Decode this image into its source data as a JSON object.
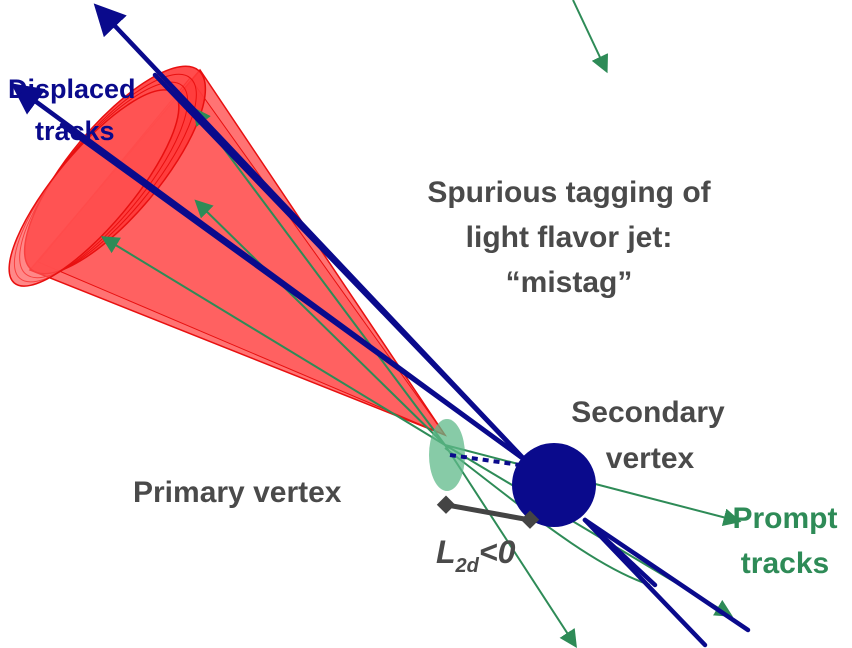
{
  "labels": {
    "displaced_line1": "Displaced",
    "displaced_line2": "tracks",
    "title_line1": "Spurious tagging of",
    "title_line2": "light flavor jet:",
    "title_line3": "“mistag”",
    "secondary_line1": "Secondary",
    "secondary_line2": "vertex",
    "primary": "Primary vertex",
    "prompt_line1": "Prompt",
    "prompt_line2": "tracks",
    "l2d_L": "L",
    "l2d_sub": "2d",
    "l2d_rest": "<0"
  },
  "colors": {
    "cone_fill": "#ff5a5a",
    "cone_edge": "#e81010",
    "displaced": "#0a0a8c",
    "prompt": "#2e8b57",
    "primary_vertex": "#5fb98a",
    "secondary_vertex": "#0a0a8c",
    "distance_bar": "#444444",
    "label_gray": "#4a4a4a"
  }
}
